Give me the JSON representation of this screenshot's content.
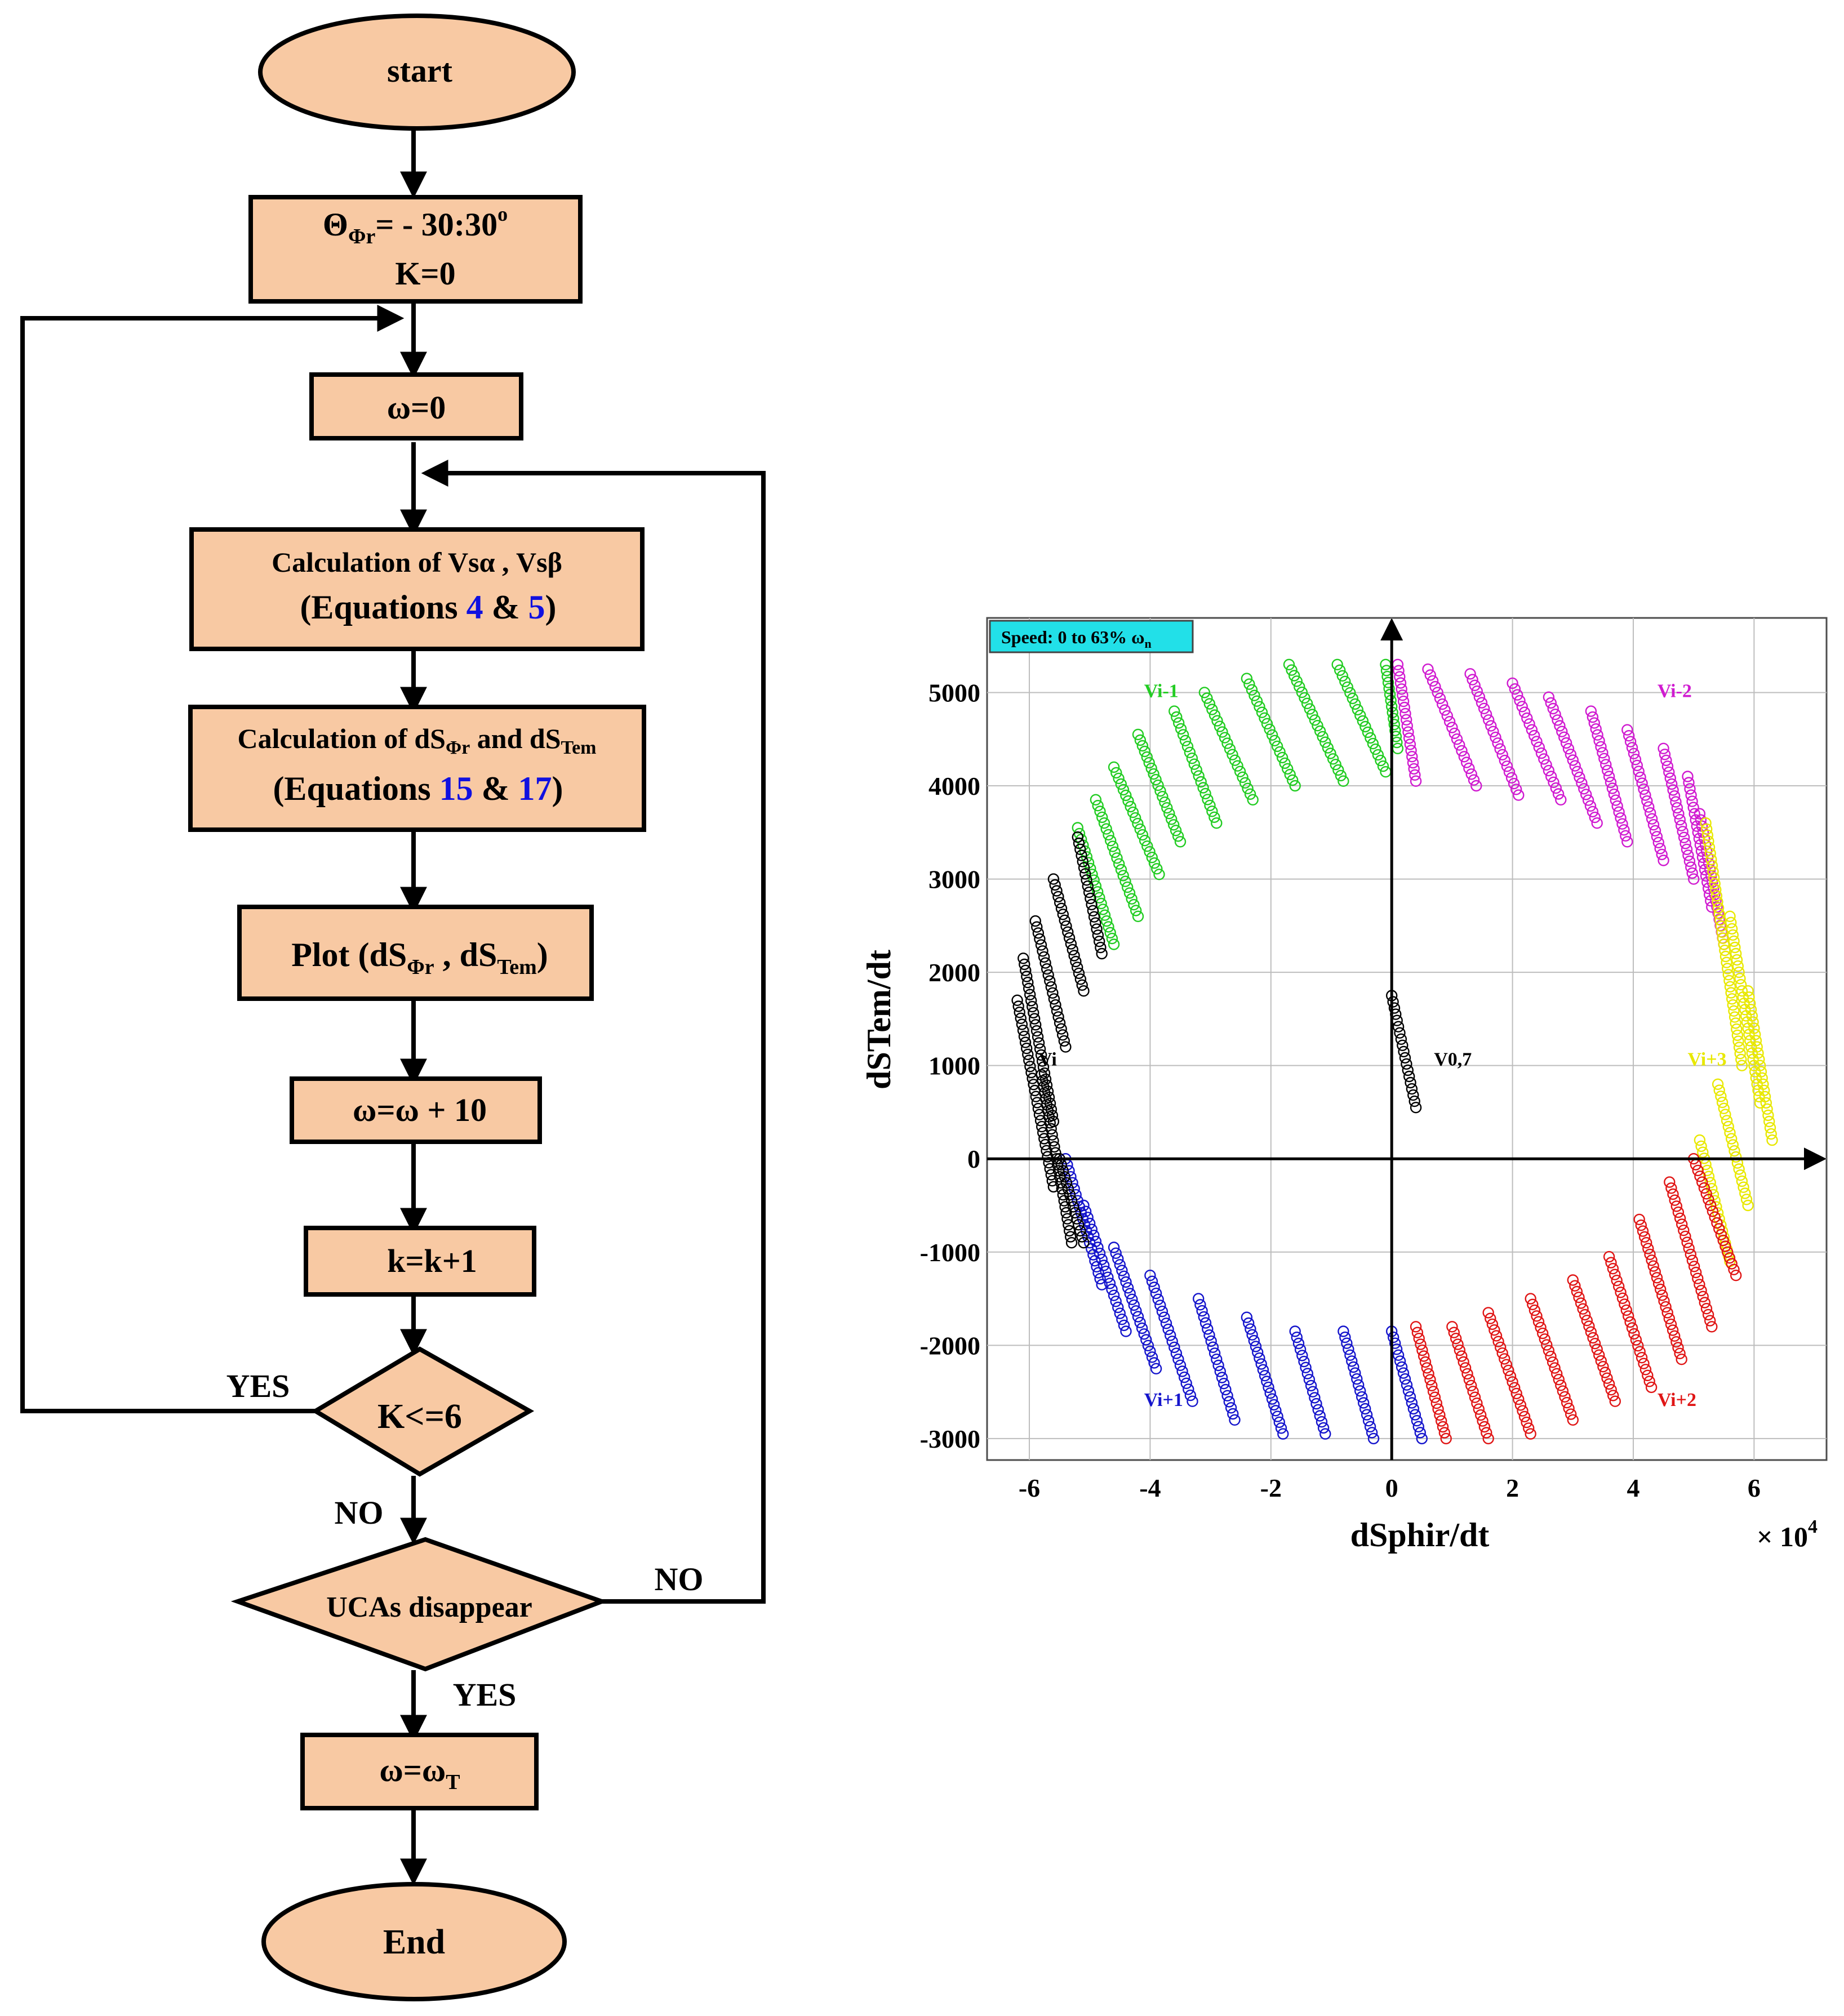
{
  "flowchart": {
    "start": "start",
    "theta_box": {
      "theta_sym": "Θ",
      "theta_sub": "Φr",
      "theta_rest": "= - 30:30",
      "theta_sup": "o",
      "k_init": "K=0"
    },
    "omega_init": "ω=0",
    "calc_vs": {
      "line1": "Calculation of Vsα , Vsβ",
      "pre": "(Equations ",
      "eq_a": "4",
      "mid": " & ",
      "eq_b": "5",
      "post": ")"
    },
    "calc_ds": {
      "l1a": "Calculation of dS",
      "l1_sub1": "Φr",
      "l1b": " and dS",
      "l1_sub2": "Tem",
      "pre": "(Equations ",
      "eq_a": "15",
      "mid": " & ",
      "eq_b": "17",
      "post": ")"
    },
    "plot": {
      "a": "Plot (dS",
      "sub1": "Φr",
      "b": " , dS",
      "sub2": "Tem",
      "c": ")"
    },
    "omega_inc": "ω=ω + 10",
    "k_inc": "k=k+1",
    "k_check": "K<=6",
    "k_yes": "YES",
    "k_no": "NO",
    "uca_check": "UCAs disappear",
    "uca_no": "NO",
    "uca_yes": "YES",
    "omega_final": {
      "a": "ω=ω",
      "sub": "T"
    },
    "end": "End"
  },
  "colors": {
    "box_fill": "#f8c9a3",
    "eq_blue": "#1010e0",
    "green": "#22cc22",
    "magenta": "#d01ad0",
    "yellow": "#e8e800",
    "red": "#e01515",
    "blue": "#1515cc",
    "black": "#000000",
    "legend_bg": "#22e0e8"
  },
  "chart_data": {
    "type": "scatter",
    "legend_box": {
      "text": "Speed: 0 to 63% ω",
      "sub": "n"
    },
    "xlabel": "dSphir/dt",
    "ylabel": "dSTem/dt",
    "x_multiplier": "× 10",
    "x_multiplier_exp": "4",
    "xlim": [
      -6.7,
      7.2
    ],
    "ylim": [
      -3230,
      5800
    ],
    "x_ticks": [
      "-6",
      "-4",
      "-2",
      "0",
      "2",
      "4",
      "6"
    ],
    "y_ticks": [
      "5000",
      "4000",
      "3000",
      "2000",
      "1000",
      "0",
      "-1000",
      "-2000",
      "-3000"
    ],
    "series": [
      {
        "name": "Vi-1",
        "color": "green",
        "label_pos": [
          -4.1,
          4950
        ],
        "strokes": [
          [
            -5.2,
            3550,
            -4.6,
            2300
          ],
          [
            -4.9,
            3850,
            -4.2,
            2600
          ],
          [
            -4.6,
            4200,
            -3.85,
            3050
          ],
          [
            -4.2,
            4550,
            -3.5,
            3400
          ],
          [
            -3.6,
            4800,
            -2.9,
            3600
          ],
          [
            -3.1,
            5000,
            -2.3,
            3850
          ],
          [
            -2.4,
            5150,
            -1.6,
            4000
          ],
          [
            -1.7,
            5300,
            -0.8,
            4050
          ],
          [
            -0.9,
            5300,
            -0.1,
            4150
          ],
          [
            -0.1,
            5300,
            0.1,
            4400
          ]
        ]
      },
      {
        "name": "Vi-2",
        "color": "magenta",
        "label_pos": [
          4.4,
          4950
        ],
        "strokes": [
          [
            0.1,
            5300,
            0.4,
            4050
          ],
          [
            0.6,
            5250,
            1.4,
            4000
          ],
          [
            1.3,
            5200,
            2.1,
            3900
          ],
          [
            2.0,
            5100,
            2.8,
            3850
          ],
          [
            2.6,
            4950,
            3.4,
            3600
          ],
          [
            3.3,
            4800,
            3.9,
            3400
          ],
          [
            3.9,
            4600,
            4.5,
            3200
          ],
          [
            4.5,
            4400,
            5.0,
            3000
          ],
          [
            4.9,
            4100,
            5.3,
            2700
          ],
          [
            5.1,
            3700,
            5.5,
            2300
          ]
        ]
      },
      {
        "name": "Vi+3",
        "color": "yellow",
        "label_pos": [
          4.9,
          1000
        ],
        "strokes": [
          [
            5.2,
            3600,
            5.8,
            1000
          ],
          [
            5.6,
            2600,
            6.1,
            600
          ],
          [
            5.9,
            1800,
            6.3,
            200
          ],
          [
            5.4,
            800,
            5.9,
            -500
          ],
          [
            5.1,
            200,
            5.6,
            -1100
          ]
        ]
      },
      {
        "name": "Vi+2",
        "color": "red",
        "label_pos": [
          4.4,
          -2650
        ],
        "strokes": [
          [
            0.4,
            -1800,
            0.9,
            -3000
          ],
          [
            1.0,
            -1800,
            1.6,
            -3000
          ],
          [
            1.6,
            -1650,
            2.3,
            -2950
          ],
          [
            2.3,
            -1500,
            3.0,
            -2800
          ],
          [
            3.0,
            -1300,
            3.7,
            -2600
          ],
          [
            3.6,
            -1050,
            4.3,
            -2450
          ],
          [
            4.1,
            -650,
            4.8,
            -2150
          ],
          [
            4.6,
            -250,
            5.3,
            -1800
          ],
          [
            5.0,
            0,
            5.7,
            -1250
          ]
        ]
      },
      {
        "name": "Vi+1",
        "color": "blue",
        "label_pos": [
          -4.1,
          -2650
        ],
        "strokes": [
          [
            -5.4,
            0,
            -4.8,
            -1350
          ],
          [
            -5.1,
            -500,
            -4.4,
            -1850
          ],
          [
            -4.6,
            -950,
            -3.9,
            -2250
          ],
          [
            -4.0,
            -1250,
            -3.3,
            -2600
          ],
          [
            -3.2,
            -1500,
            -2.6,
            -2800
          ],
          [
            -2.4,
            -1700,
            -1.8,
            -2950
          ],
          [
            -1.6,
            -1850,
            -1.1,
            -2950
          ],
          [
            -0.8,
            -1850,
            -0.3,
            -3000
          ],
          [
            0.0,
            -1850,
            0.5,
            -3000
          ]
        ]
      },
      {
        "name": "Vi",
        "color": "black",
        "label_pos": [
          -5.85,
          1000
        ],
        "strokes": [
          [
            -5.2,
            3450,
            -4.8,
            2200
          ],
          [
            -5.6,
            3000,
            -5.1,
            1800
          ],
          [
            -5.9,
            2550,
            -5.4,
            1200
          ],
          [
            -6.1,
            2150,
            -5.6,
            400
          ],
          [
            -6.2,
            1700,
            -5.6,
            -300
          ],
          [
            -5.8,
            900,
            -5.3,
            -900
          ],
          [
            -5.5,
            0,
            -5.1,
            -900
          ]
        ]
      },
      {
        "name": "V0,7",
        "color": "black",
        "label_pos": [
          0.7,
          1000
        ],
        "strokes": [
          [
            0.0,
            1750,
            0.4,
            550
          ]
        ]
      }
    ]
  }
}
